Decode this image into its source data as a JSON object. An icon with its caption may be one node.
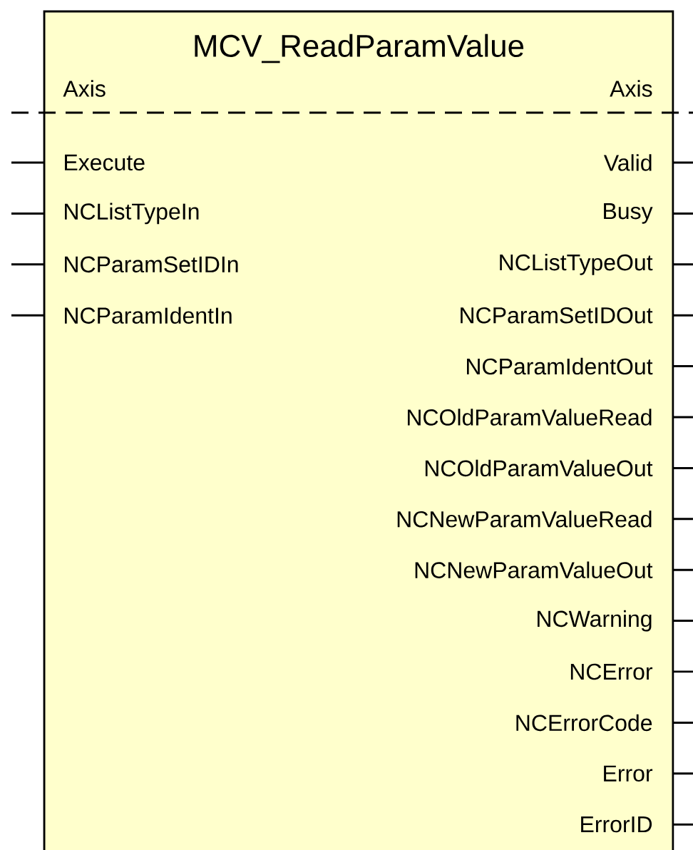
{
  "diagram": {
    "nodes": [
      {
        "text": [
          "MCV_ReadParamValue"
        ]
      }
    ],
    "edges": [],
    "labels": [
      "Axis",
      "Axis",
      "Execute",
      "NCListTypeIn",
      "NCParamSetIDIn",
      "NCParamIdentIn",
      "Valid",
      "Busy",
      "NCListTypeOut",
      "NCParamSetIDOut",
      "NCParamIdentOut",
      "NCOldParamValueRead",
      "NCOldParamValueOut",
      "NCNewParamValueRead",
      "NCNewParamValueOut",
      "NCWarning",
      "NCError",
      "NCErrorCode",
      "Error",
      "ErrorID"
    ]
  }
}
